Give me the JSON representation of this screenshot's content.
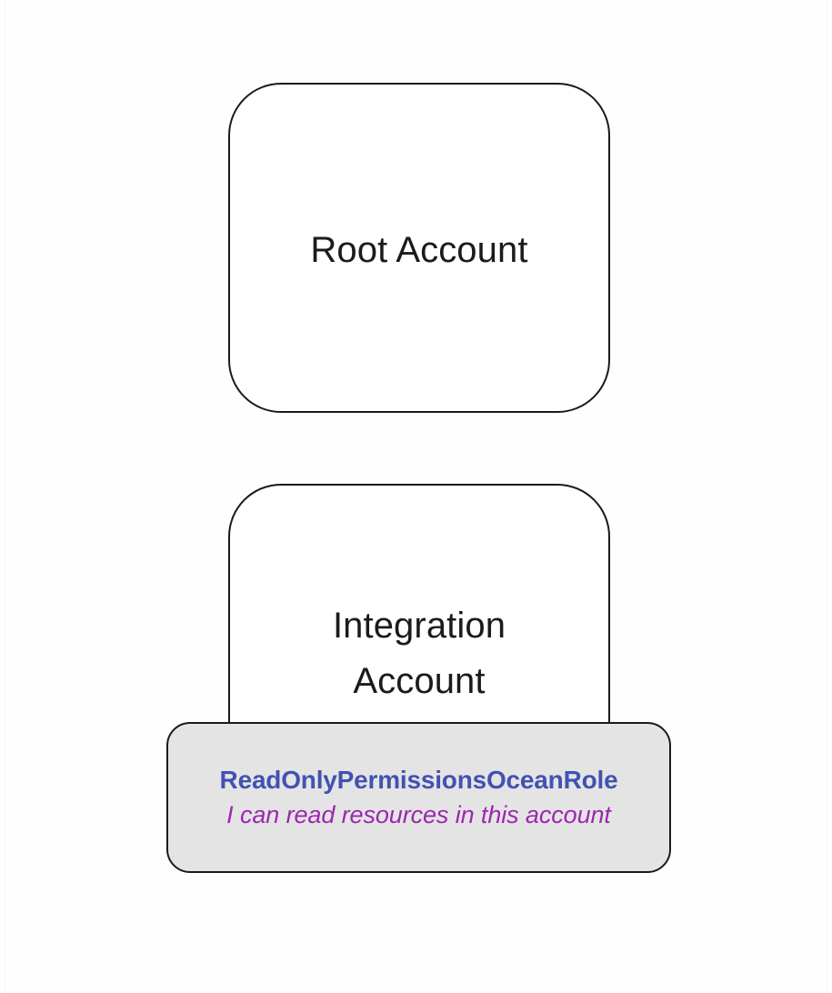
{
  "diagram": {
    "background_color": "#fefefe",
    "accounts": [
      {
        "id": "root-account",
        "label": "Root Account",
        "fill": "#ffffff",
        "stroke": "#1a1a1a"
      },
      {
        "id": "integration-account",
        "label": "Integration\nAccount",
        "fill": "#ffffff",
        "stroke": "#1a1a1a"
      }
    ],
    "role_node": {
      "title": "ReadOnlyPermissionsOceanRole",
      "description": "I can read resources in this account",
      "fill": "#e5e4e4",
      "stroke": "#1a1a1a",
      "title_color": "#4152b3",
      "description_color": "#9c27b0"
    }
  }
}
